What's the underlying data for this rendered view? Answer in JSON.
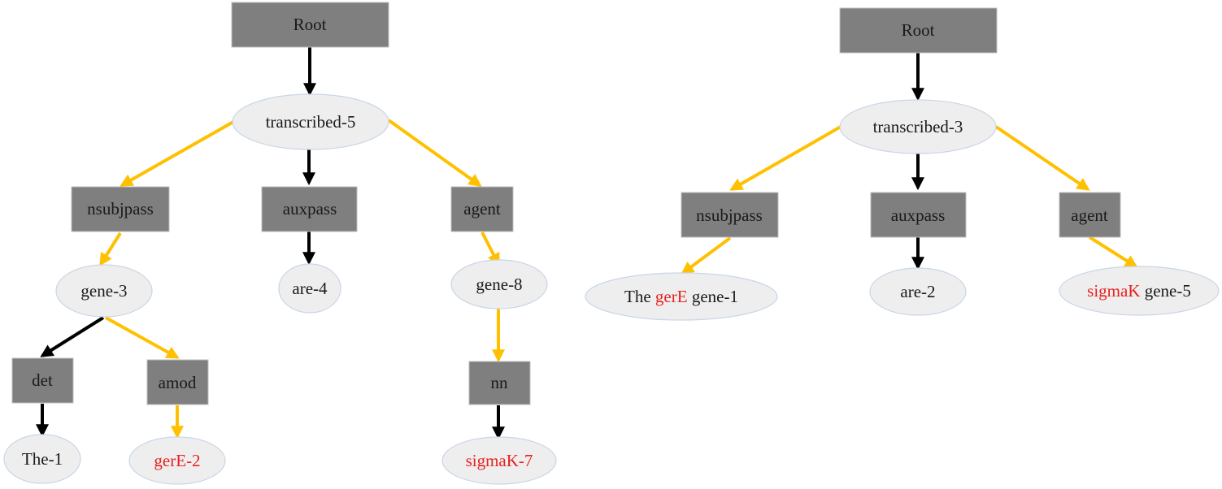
{
  "colors": {
    "label_box": "#7f7f7f",
    "word_ellipse": "#eeeeee",
    "edge_plain": "#000000",
    "edge_highlight": "#ffc000",
    "entity_text": "#e8201e"
  },
  "left_tree": {
    "root": "Root",
    "verb": "transcribed-5",
    "nsubjpass": "nsubjpass",
    "auxpass": "auxpass",
    "agent": "agent",
    "gene3": "gene-3",
    "are4": "are-4",
    "gene8": "gene-8",
    "det": "det",
    "amod": "amod",
    "nn": "nn",
    "the1": "The-1",
    "gerE2": "gerE-2",
    "sigmaK7": "sigmaK-7"
  },
  "right_tree": {
    "root": "Root",
    "verb": "transcribed-3",
    "nsubjpass": "nsubjpass",
    "auxpass": "auxpass",
    "agent": "agent",
    "subj_the": "The",
    "subj_entity": "gerE",
    "subj_rest": "gene-1",
    "are2": "are-2",
    "agent_entity": "sigmaK",
    "agent_rest": "gene-5"
  }
}
